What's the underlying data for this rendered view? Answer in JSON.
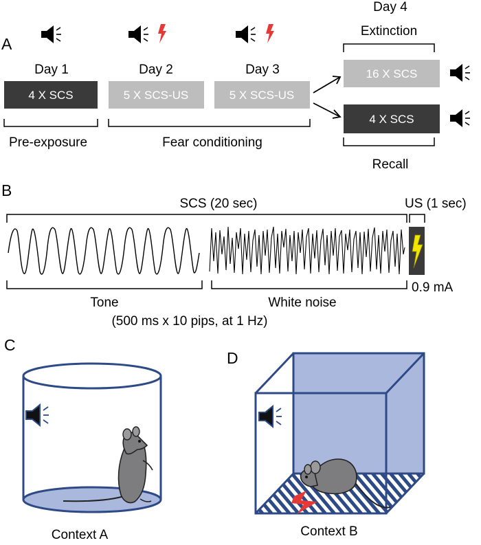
{
  "panels": {
    "a": "A",
    "b": "B",
    "c": "C",
    "d": "D"
  },
  "panel_a": {
    "day1": "Day 1",
    "day2": "Day 2",
    "day3": "Day 3",
    "day4": "Day 4",
    "box_day1": "4 X SCS",
    "box_day2": "5 X SCS-US",
    "box_day3": "5 X SCS-US",
    "box_extinction": "16 X SCS",
    "box_recall": "4 X SCS",
    "pre_exposure": "Pre-exposure",
    "fear_conditioning": "Fear conditioning",
    "extinction": "Extinction",
    "recall": "Recall"
  },
  "panel_b": {
    "scs": "SCS (20 sec)",
    "us": "US (1 sec)",
    "tone": "Tone",
    "white_noise": "White noise",
    "tone_detail": "(500 ms x 10 pips, at 1 Hz)",
    "current": "0.9 mA"
  },
  "panel_c": {
    "context": "Context A"
  },
  "panel_d": {
    "context": "Context B"
  },
  "colors": {
    "dark_box": "#3a3a3a",
    "light_box": "#bdbdbd",
    "context_blue": "#2d4a87",
    "context_fill": "#aab8de",
    "shock_red": "#e53935",
    "us_yellow": "#f2e600"
  }
}
